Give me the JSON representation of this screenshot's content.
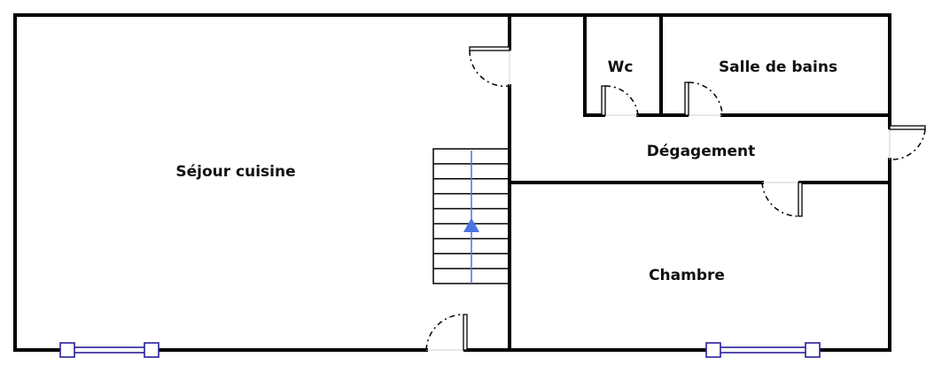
{
  "plan": {
    "rooms": [
      {
        "id": "sejour",
        "label": "Séjour cuisine"
      },
      {
        "id": "wc",
        "label": "Wc"
      },
      {
        "id": "sdb",
        "label": "Salle de bains"
      },
      {
        "id": "degagement",
        "label": "Dégagement"
      },
      {
        "id": "chambre",
        "label": "Chambre"
      }
    ],
    "colors": {
      "wall": "#000000",
      "window": "#2a1f9a",
      "stair_arrow": "#4a74e0"
    }
  }
}
